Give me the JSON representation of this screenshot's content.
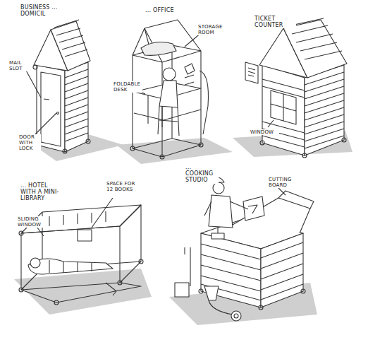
{
  "diagram": {
    "labels": [
      "BUSINESS ... DOMICIL",
      "MAIL SLOT",
      "DOOR WITH LOCK",
      "... OFFICE",
      "STORAGE ROOM",
      "FOLDABLE DESK",
      "TICKET COUNTER",
      "WINDOW",
      "... HOTEL WITH A MINI-LIBRARY",
      "SPACE FOR 12 BOOKS",
      "SLIDING WINDOW",
      "... COOKING STUDIO",
      "CUTTING BOARD"
    ]
  }
}
